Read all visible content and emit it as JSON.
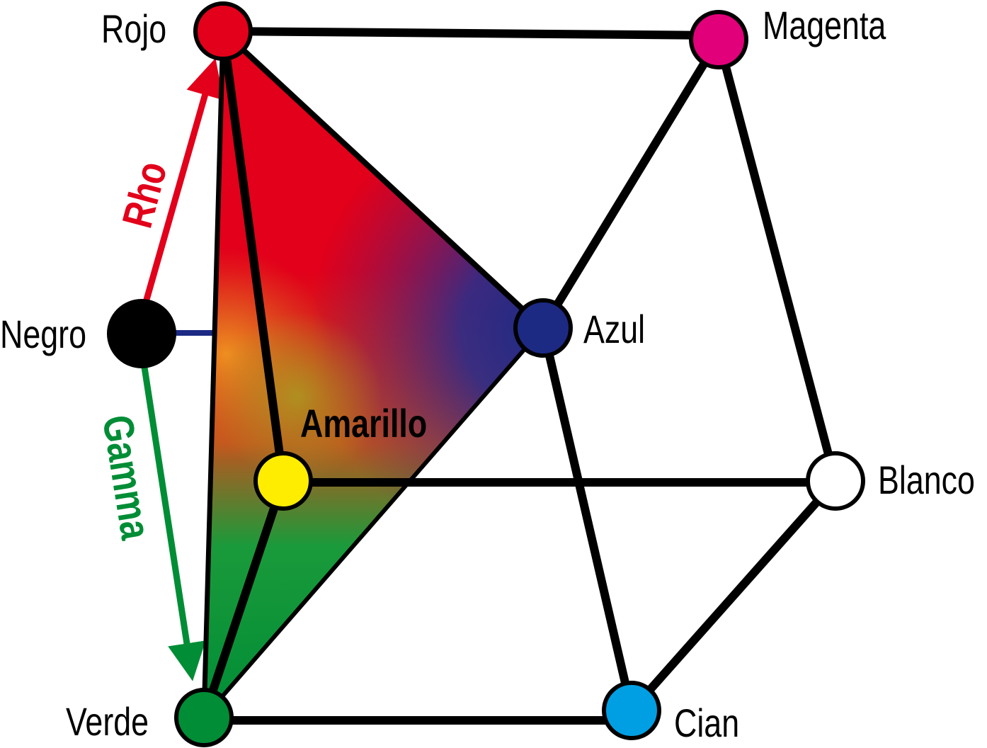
{
  "title": "RGB color cube",
  "vertices": {
    "rojo": {
      "label": "Rojo",
      "color": "#e2001a"
    },
    "magenta": {
      "label": "Magenta",
      "color": "#e2007a"
    },
    "negro": {
      "label": "Negro",
      "color": "#000000"
    },
    "azul": {
      "label": "Azul",
      "color": "#1d2a84"
    },
    "amarillo": {
      "label": "Amarillo",
      "color": "#ffed00"
    },
    "blanco": {
      "label": "Blanco",
      "color": "#ffffff"
    },
    "verde": {
      "label": "Verde",
      "color": "#008d36"
    },
    "cian": {
      "label": "Cian",
      "color": "#009fe3"
    }
  },
  "axes": {
    "rho": {
      "label": "Rho",
      "color": "#e2001a"
    },
    "gamma": {
      "label": "Gamma",
      "color": "#008d36"
    }
  }
}
